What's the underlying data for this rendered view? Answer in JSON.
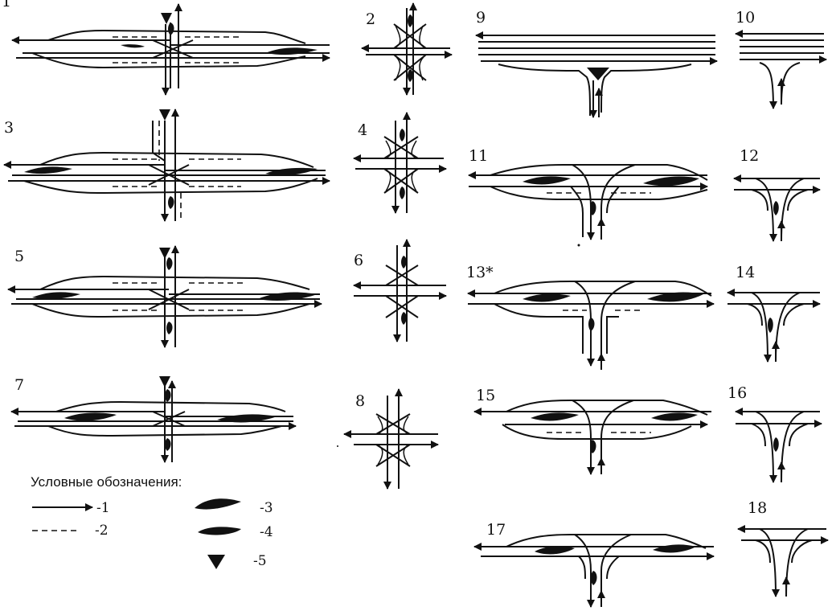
{
  "schemes": [
    {
      "id": "1",
      "label": "1"
    },
    {
      "id": "2",
      "label": "2"
    },
    {
      "id": "3",
      "label": "3"
    },
    {
      "id": "4",
      "label": "4"
    },
    {
      "id": "5",
      "label": "5"
    },
    {
      "id": "6",
      "label": "6"
    },
    {
      "id": "7",
      "label": "7"
    },
    {
      "id": "8",
      "label": "8"
    },
    {
      "id": "9",
      "label": "9"
    },
    {
      "id": "10",
      "label": "10"
    },
    {
      "id": "11",
      "label": "11"
    },
    {
      "id": "12",
      "label": "12"
    },
    {
      "id": "13",
      "label": "13*"
    },
    {
      "id": "14",
      "label": "14"
    },
    {
      "id": "15",
      "label": "15"
    },
    {
      "id": "16",
      "label": "16"
    },
    {
      "id": "17",
      "label": "17"
    },
    {
      "id": "18",
      "label": "18"
    }
  ],
  "legend": {
    "title": "Условные обозначения:",
    "items": [
      {
        "symbol": "arrow-line",
        "label": "-1"
      },
      {
        "symbol": "dashed-line",
        "label": "-2"
      },
      {
        "symbol": "teardrop-island",
        "label": "-3"
      },
      {
        "symbol": "oval-island",
        "label": "-4"
      },
      {
        "symbol": "triangle-island",
        "label": "-5"
      }
    ]
  }
}
